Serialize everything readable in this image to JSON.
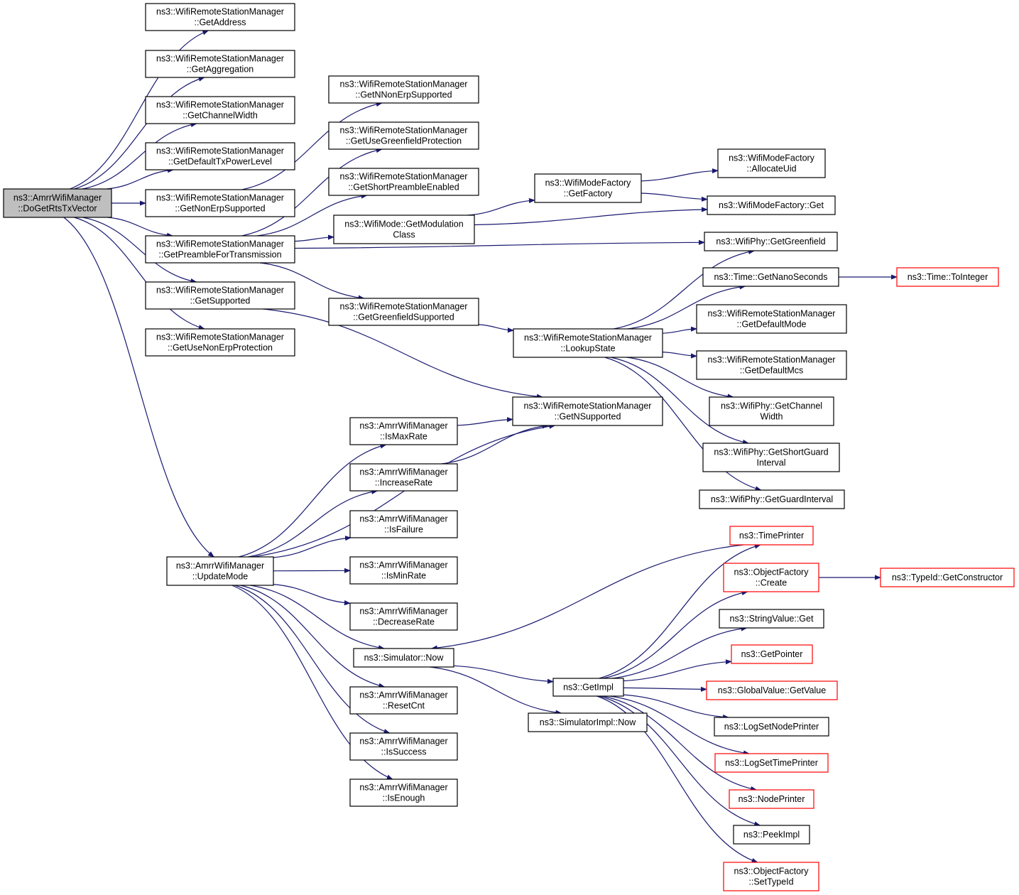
{
  "colors": {
    "edge": "#191970",
    "node_border": "#000000",
    "external_border": "#ff0000",
    "root_fill": "#bfbfbf",
    "node_fill": "#ffffff"
  },
  "nodes": [
    {
      "id": "root",
      "lines": [
        "ns3::AmrrWifiManager",
        "::DoGetRtsTxVector"
      ],
      "kind": "root"
    },
    {
      "id": "getaddr",
      "lines": [
        "ns3::WifiRemoteStationManager",
        "::GetAddress"
      ],
      "kind": "normal"
    },
    {
      "id": "getaggr",
      "lines": [
        "ns3::WifiRemoteStationManager",
        "::GetAggregation"
      ],
      "kind": "normal"
    },
    {
      "id": "getchw",
      "lines": [
        "ns3::WifiRemoteStationManager",
        "::GetChannelWidth"
      ],
      "kind": "normal"
    },
    {
      "id": "getdtxp",
      "lines": [
        "ns3::WifiRemoteStationManager",
        "::GetDefaultTxPowerLevel"
      ],
      "kind": "normal"
    },
    {
      "id": "getnonerp",
      "lines": [
        "ns3::WifiRemoteStationManager",
        "::GetNonErpSupported"
      ],
      "kind": "normal"
    },
    {
      "id": "getpreamble",
      "lines": [
        "ns3::WifiRemoteStationManager",
        "::GetPreambleForTransmission"
      ],
      "kind": "normal"
    },
    {
      "id": "getsupp",
      "lines": [
        "ns3::WifiRemoteStationManager",
        "::GetSupported"
      ],
      "kind": "normal"
    },
    {
      "id": "getusenonerp",
      "lines": [
        "ns3::WifiRemoteStationManager",
        "::GetUseNonErpProtection"
      ],
      "kind": "normal"
    },
    {
      "id": "updatemode",
      "lines": [
        "ns3::AmrrWifiManager",
        "::UpdateMode"
      ],
      "kind": "normal"
    },
    {
      "id": "getnnonerp",
      "lines": [
        "ns3::WifiRemoteStationManager",
        "::GetNNonErpSupported"
      ],
      "kind": "normal"
    },
    {
      "id": "getusegf",
      "lines": [
        "ns3::WifiRemoteStationManager",
        "::GetUseGreenfieldProtection"
      ],
      "kind": "normal"
    },
    {
      "id": "getshortpre",
      "lines": [
        "ns3::WifiRemoteStationManager",
        "::GetShortPreambleEnabled"
      ],
      "kind": "normal"
    },
    {
      "id": "getmodclass",
      "lines": [
        "ns3::WifiMode::GetModulation",
        "Class"
      ],
      "kind": "normal"
    },
    {
      "id": "getgfsupp",
      "lines": [
        "ns3::WifiRemoteStationManager",
        "::GetGreenfieldSupported"
      ],
      "kind": "normal"
    },
    {
      "id": "getnsupp",
      "lines": [
        "ns3::WifiRemoteStationManager",
        "::GetNSupported"
      ],
      "kind": "normal"
    },
    {
      "id": "ismaxrate",
      "lines": [
        "ns3::AmrrWifiManager",
        "::IsMaxRate"
      ],
      "kind": "normal"
    },
    {
      "id": "increaserate",
      "lines": [
        "ns3::AmrrWifiManager",
        "::IncreaseRate"
      ],
      "kind": "normal"
    },
    {
      "id": "isfailure",
      "lines": [
        "ns3::AmrrWifiManager",
        "::IsFailure"
      ],
      "kind": "normal"
    },
    {
      "id": "isminrate",
      "lines": [
        "ns3::AmrrWifiManager",
        "::IsMinRate"
      ],
      "kind": "normal"
    },
    {
      "id": "decreaserate",
      "lines": [
        "ns3::AmrrWifiManager",
        "::DecreaseRate"
      ],
      "kind": "normal"
    },
    {
      "id": "simnow",
      "lines": [
        "ns3::Simulator::Now"
      ],
      "kind": "normal"
    },
    {
      "id": "resetcnt",
      "lines": [
        "ns3::AmrrWifiManager",
        "::ResetCnt"
      ],
      "kind": "normal"
    },
    {
      "id": "issuccess",
      "lines": [
        "ns3::AmrrWifiManager",
        "::IsSuccess"
      ],
      "kind": "normal"
    },
    {
      "id": "isenough",
      "lines": [
        "ns3::AmrrWifiManager",
        "::IsEnough"
      ],
      "kind": "normal"
    },
    {
      "id": "wmfgetfactory",
      "lines": [
        "ns3::WifiModeFactory",
        "::GetFactory"
      ],
      "kind": "normal"
    },
    {
      "id": "lookupstate",
      "lines": [
        "ns3::WifiRemoteStationManager",
        "::LookupState"
      ],
      "kind": "normal"
    },
    {
      "id": "getimpl",
      "lines": [
        "ns3::GetImpl"
      ],
      "kind": "normal"
    },
    {
      "id": "simimplnow",
      "lines": [
        "ns3::SimulatorImpl::Now"
      ],
      "kind": "normal"
    },
    {
      "id": "allocateuid",
      "lines": [
        "ns3::WifiModeFactory",
        "::AllocateUid"
      ],
      "kind": "normal"
    },
    {
      "id": "wmfget",
      "lines": [
        "ns3::WifiModeFactory::Get"
      ],
      "kind": "normal"
    },
    {
      "id": "getgreenfield",
      "lines": [
        "ns3::WifiPhy::GetGreenfield"
      ],
      "kind": "normal"
    },
    {
      "id": "getnanosec",
      "lines": [
        "ns3::Time::GetNanoSeconds"
      ],
      "kind": "normal"
    },
    {
      "id": "getdefmode",
      "lines": [
        "ns3::WifiRemoteStationManager",
        "::GetDefaultMode"
      ],
      "kind": "normal"
    },
    {
      "id": "getdefmcs",
      "lines": [
        "ns3::WifiRemoteStationManager",
        "::GetDefaultMcs"
      ],
      "kind": "normal"
    },
    {
      "id": "phygetchw",
      "lines": [
        "ns3::WifiPhy::GetChannel",
        "Width"
      ],
      "kind": "normal"
    },
    {
      "id": "getshortgi",
      "lines": [
        "ns3::WifiPhy::GetShortGuard",
        "Interval"
      ],
      "kind": "normal"
    },
    {
      "id": "getgi",
      "lines": [
        "ns3::WifiPhy::GetGuardInterval"
      ],
      "kind": "normal"
    },
    {
      "id": "timeprinter",
      "lines": [
        "ns3::TimePrinter"
      ],
      "kind": "external"
    },
    {
      "id": "ofcreate",
      "lines": [
        "ns3::ObjectFactory",
        "::Create"
      ],
      "kind": "external"
    },
    {
      "id": "strvalget",
      "lines": [
        "ns3::StringValue::Get"
      ],
      "kind": "normal"
    },
    {
      "id": "getpointer",
      "lines": [
        "ns3::GetPointer"
      ],
      "kind": "external"
    },
    {
      "id": "gvgetvalue",
      "lines": [
        "ns3::GlobalValue::GetValue"
      ],
      "kind": "external"
    },
    {
      "id": "logsetnode",
      "lines": [
        "ns3::LogSetNodePrinter"
      ],
      "kind": "normal"
    },
    {
      "id": "logsettime",
      "lines": [
        "ns3::LogSetTimePrinter"
      ],
      "kind": "external"
    },
    {
      "id": "nodeprinter",
      "lines": [
        "ns3::NodePrinter"
      ],
      "kind": "external"
    },
    {
      "id": "peekimpl",
      "lines": [
        "ns3::PeekImpl"
      ],
      "kind": "normal"
    },
    {
      "id": "ofsettypeid",
      "lines": [
        "ns3::ObjectFactory",
        "::SetTypeId"
      ],
      "kind": "external"
    },
    {
      "id": "tointeger",
      "lines": [
        "ns3::Time::ToInteger"
      ],
      "kind": "external"
    },
    {
      "id": "getctor",
      "lines": [
        "ns3::TypeId::GetConstructor"
      ],
      "kind": "external"
    }
  ],
  "edges": [
    {
      "from": "root",
      "to": "getaddr"
    },
    {
      "from": "root",
      "to": "getaggr"
    },
    {
      "from": "root",
      "to": "getchw"
    },
    {
      "from": "root",
      "to": "getdtxp"
    },
    {
      "from": "root",
      "to": "getnonerp"
    },
    {
      "from": "root",
      "to": "getpreamble"
    },
    {
      "from": "root",
      "to": "getsupp"
    },
    {
      "from": "root",
      "to": "getusenonerp"
    },
    {
      "from": "root",
      "to": "updatemode"
    },
    {
      "from": "getnonerp",
      "to": "getnnonerp"
    },
    {
      "from": "getpreamble",
      "to": "getusegf"
    },
    {
      "from": "getpreamble",
      "to": "getshortpre"
    },
    {
      "from": "getpreamble",
      "to": "getmodclass"
    },
    {
      "from": "getpreamble",
      "to": "getgfsupp"
    },
    {
      "from": "getpreamble",
      "to": "getgreenfield"
    },
    {
      "from": "getsupp",
      "to": "getnsupp"
    },
    {
      "from": "getmodclass",
      "to": "wmfgetfactory"
    },
    {
      "from": "getmodclass",
      "to": "wmfget"
    },
    {
      "from": "wmfgetfactory",
      "to": "allocateuid"
    },
    {
      "from": "wmfgetfactory",
      "to": "wmfget"
    },
    {
      "from": "getgfsupp",
      "to": "lookupstate"
    },
    {
      "from": "lookupstate",
      "to": "getgreenfield"
    },
    {
      "from": "lookupstate",
      "to": "getnanosec"
    },
    {
      "from": "lookupstate",
      "to": "getdefmode"
    },
    {
      "from": "lookupstate",
      "to": "getdefmcs"
    },
    {
      "from": "lookupstate",
      "to": "phygetchw"
    },
    {
      "from": "lookupstate",
      "to": "getshortgi"
    },
    {
      "from": "lookupstate",
      "to": "getgi"
    },
    {
      "from": "getnanosec",
      "to": "tointeger"
    },
    {
      "from": "updatemode",
      "to": "getnsupp"
    },
    {
      "from": "updatemode",
      "to": "ismaxrate"
    },
    {
      "from": "updatemode",
      "to": "increaserate"
    },
    {
      "from": "updatemode",
      "to": "isfailure"
    },
    {
      "from": "updatemode",
      "to": "isminrate"
    },
    {
      "from": "updatemode",
      "to": "decreaserate"
    },
    {
      "from": "updatemode",
      "to": "simnow"
    },
    {
      "from": "updatemode",
      "to": "resetcnt"
    },
    {
      "from": "updatemode",
      "to": "issuccess"
    },
    {
      "from": "updatemode",
      "to": "isenough"
    },
    {
      "from": "ismaxrate",
      "to": "getnsupp"
    },
    {
      "from": "increaserate",
      "to": "getnsupp"
    },
    {
      "from": "simnow",
      "to": "getimpl"
    },
    {
      "from": "simnow",
      "to": "simimplnow"
    },
    {
      "from": "getimpl",
      "to": "timeprinter"
    },
    {
      "from": "getimpl",
      "to": "ofcreate"
    },
    {
      "from": "getimpl",
      "to": "strvalget"
    },
    {
      "from": "getimpl",
      "to": "getpointer"
    },
    {
      "from": "getimpl",
      "to": "gvgetvalue"
    },
    {
      "from": "getimpl",
      "to": "logsetnode"
    },
    {
      "from": "getimpl",
      "to": "logsettime"
    },
    {
      "from": "getimpl",
      "to": "nodeprinter"
    },
    {
      "from": "getimpl",
      "to": "peekimpl"
    },
    {
      "from": "getimpl",
      "to": "ofsettypeid"
    },
    {
      "from": "timeprinter",
      "to": "simnow"
    },
    {
      "from": "ofcreate",
      "to": "getctor"
    }
  ]
}
